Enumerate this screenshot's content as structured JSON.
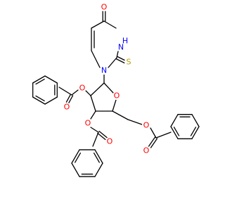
{
  "molecule": {
    "atom_labels": {
      "uracil_o": "O",
      "uracil_nh": "H",
      "uracil_n_h": "N",
      "uracil_s": "S",
      "uracil_n1": "N",
      "ring_o": "O",
      "ester1_o": "O",
      "ester1_co": "O",
      "ester2_o": "O",
      "ester2_co": "O",
      "ester3_o": "O",
      "ester3_co": "O"
    },
    "colors": {
      "O": "#ff0000",
      "N": "#0000ff",
      "S": "#b8a000",
      "bond": "#000000"
    }
  }
}
